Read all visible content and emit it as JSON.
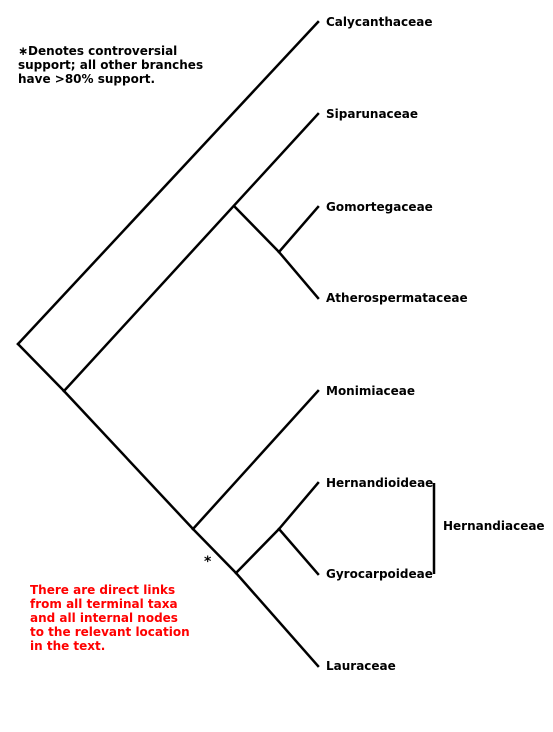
{
  "diagram": {
    "branch_color": "#000000",
    "support_note_color": "#000000",
    "links_note_color": "#ff0000",
    "taxa": [
      {
        "id": "calycanthaceae",
        "label": "Calycanthaceae"
      },
      {
        "id": "siparunaceae",
        "label": "Siparunaceae"
      },
      {
        "id": "gomortegaceae",
        "label": "Gomortegaceae"
      },
      {
        "id": "atherospermataceae",
        "label": "Atherospermataceae"
      },
      {
        "id": "monimiaceae",
        "label": "Monimiaceae"
      },
      {
        "id": "hernandioideae",
        "label": "Hernandioideae"
      },
      {
        "id": "gyrocarpoideae",
        "label": "Gyrocarpoideae"
      },
      {
        "id": "lauraceae",
        "label": "Lauraceae"
      }
    ],
    "clade_label": "Hernandiaceae",
    "controversial_marker": "*",
    "support_note_lines": [
      "∗Denotes controversial",
      "support; all other branches",
      "have >80% support."
    ],
    "links_note_lines": [
      "There are direct links",
      "from all terminal taxa",
      "and all internal nodes",
      "to the relevant location",
      "in the text."
    ]
  }
}
